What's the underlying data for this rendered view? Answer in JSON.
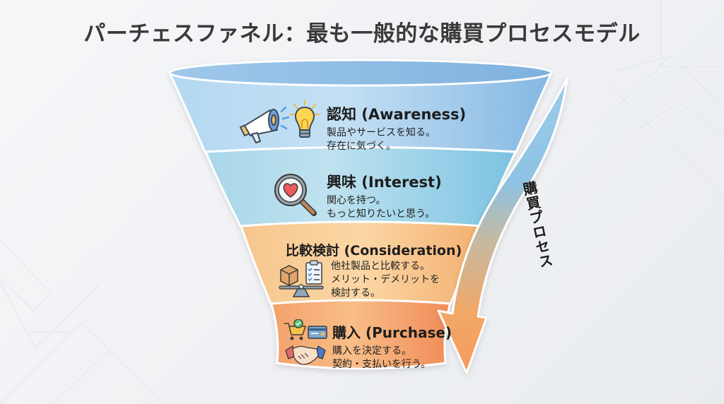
{
  "title": "パーチェスファネル：最も一般的な購買プロセスモデル",
  "process_arrow": {
    "label": "購買プロセス",
    "colors": {
      "top": "#8cc2e6",
      "middle": "#c9b8a0",
      "bottom": "#f4a064"
    }
  },
  "stages": [
    {
      "id": "awareness",
      "title": "認知 (Awareness)",
      "desc_line1": "製品やサービスを知る。",
      "desc_line2": "存在に気づく。",
      "desc_line3": "",
      "icons": [
        "megaphone-icon",
        "lightbulb-icon"
      ],
      "color": "#a9d0ee"
    },
    {
      "id": "interest",
      "title": "興味 (Interest)",
      "desc_line1": "関心を持つ。",
      "desc_line2": "もっと知りたいと思う。",
      "desc_line3": "",
      "icons": [
        "magnifier-heart-icon"
      ],
      "color": "#9fd3e6"
    },
    {
      "id": "consideration",
      "title": "比較検討 (Consideration)",
      "desc_line1": "他社製品と比較する。",
      "desc_line2": "メリット・デメリットを",
      "desc_line3": "検討する。",
      "icons": [
        "box-icon",
        "checklist-icon",
        "balance-scale-icon"
      ],
      "color": "#f8c68a"
    },
    {
      "id": "purchase",
      "title": "購入 (Purchase)",
      "desc_line1": "購入を決定する。",
      "desc_line2": "契約・支払いを行う。",
      "desc_line3": "",
      "icons": [
        "shopping-cart-icon",
        "credit-card-icon",
        "handshake-icon"
      ],
      "color": "#f5a36c"
    }
  ]
}
